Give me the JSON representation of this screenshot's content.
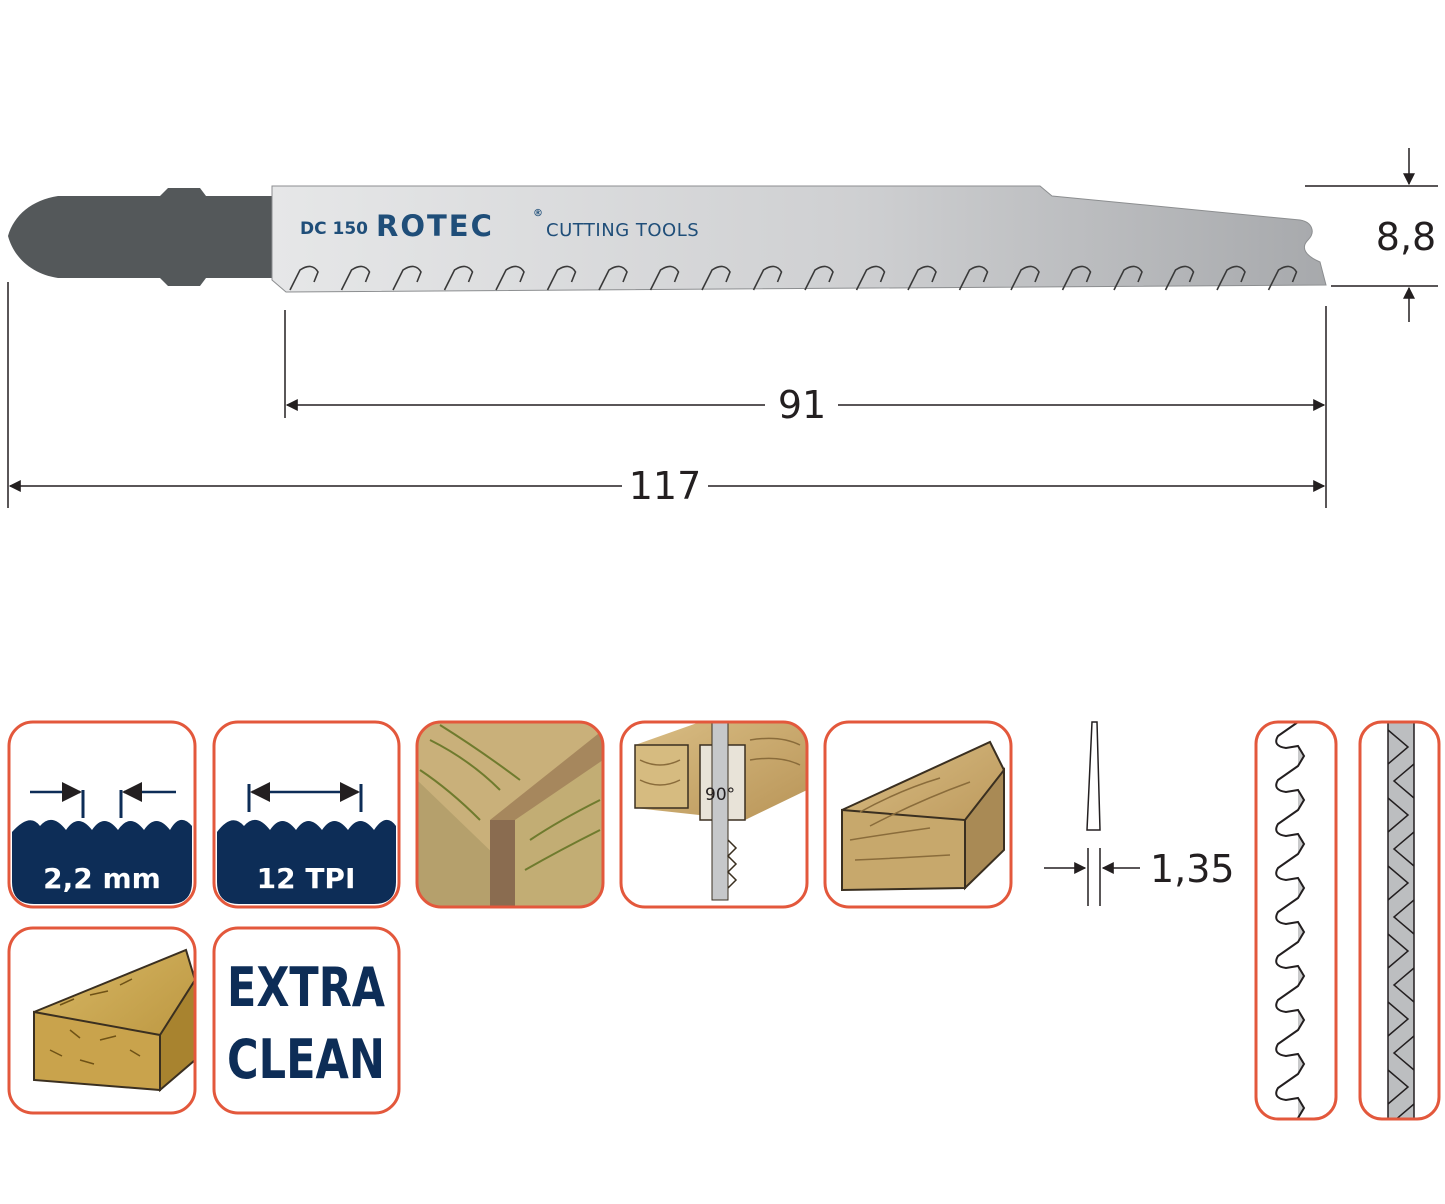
{
  "blade": {
    "model": "DC 150",
    "brand": "ROTEC",
    "registered_mark": "®",
    "tagline": "CUTTING TOOLS"
  },
  "dimensions": {
    "height": "8,8",
    "working_length": "91",
    "total_length": "117",
    "thickness": "1,35"
  },
  "icons": {
    "tooth_pitch": "2,2 mm",
    "tpi": "12 TPI",
    "angle": "90°",
    "extra_line1": "EXTRA",
    "extra_line2": "CLEAN"
  },
  "colors": {
    "frame": "#e3583c",
    "navy": "#0d2d57",
    "blade_steel": "#c9cacb",
    "shank": "#54585a",
    "wood": "#c8a86a"
  }
}
